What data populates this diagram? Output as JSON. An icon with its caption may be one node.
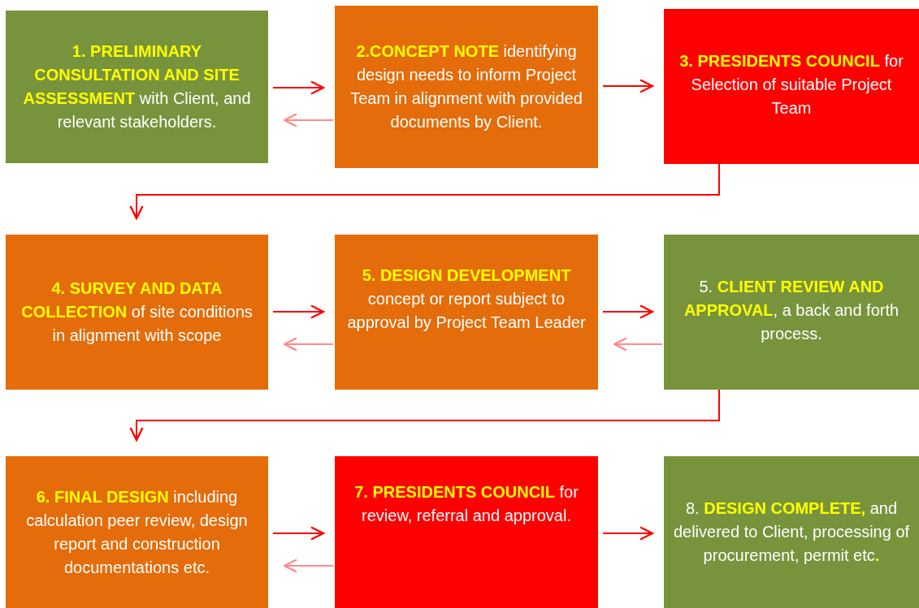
{
  "diagram": {
    "nodes": [
      {
        "text": [
          "**1. PRELIMINARY CONSULTATION AND SITE ASSESSMENT** with Client, and relevant stakeholders."
        ]
      },
      {
        "text": [
          "**2.CONCEPT NOTE** identifying design needs to inform Project Team in alignment with provided documents by Client."
        ]
      },
      {
        "text": [
          "**3. PRESIDENTS COUNCIL** for Selection of suitable Project Team"
        ]
      },
      {
        "text": [
          "**4. SURVEY AND DATA COLLECTION** of site conditions in alignment with scope"
        ]
      },
      {
        "text": [
          "**5. DESIGN DEVELOPMENT** concept or report subject to approval by Project Team Leader"
        ]
      },
      {
        "text": [
          "5. **CLIENT REVIEW AND APPROVAL**, a back and forth process."
        ]
      },
      {
        "text": [
          "**6. FINAL DESIGN** including calculation peer review, design report and construction documentations etc."
        ]
      },
      {
        "text": [
          "**7. PRESIDENTS COUNCIL** for review, referral and approval."
        ]
      },
      {
        "text": [
          "8. **DESIGN COMPLETE,** and delivered to Client, processing of procurement, permit etc**.**"
        ]
      }
    ],
    "edges": [
      {
        "from": 0,
        "to": 1,
        "arrow": "to"
      },
      {
        "from": 1,
        "to": 0,
        "arrow": "to",
        "color": "#ff8a8a"
      },
      {
        "from": 1,
        "to": 2,
        "arrow": "to"
      },
      {
        "from": 2,
        "to": 3,
        "arrow": "to"
      },
      {
        "from": 3,
        "to": 4,
        "arrow": "to"
      },
      {
        "from": 4,
        "to": 3,
        "arrow": "to",
        "color": "#ff8a8a"
      },
      {
        "from": 4,
        "to": 5,
        "arrow": "to"
      },
      {
        "from": 5,
        "to": 4,
        "arrow": "to",
        "color": "#ff8a8a"
      },
      {
        "from": 5,
        "to": 6,
        "arrow": "to"
      },
      {
        "from": 6,
        "to": 7,
        "arrow": "to"
      },
      {
        "from": 7,
        "to": 6,
        "arrow": "to",
        "color": "#ff8a8a"
      },
      {
        "from": 7,
        "to": 8,
        "arrow": "to"
      }
    ]
  }
}
